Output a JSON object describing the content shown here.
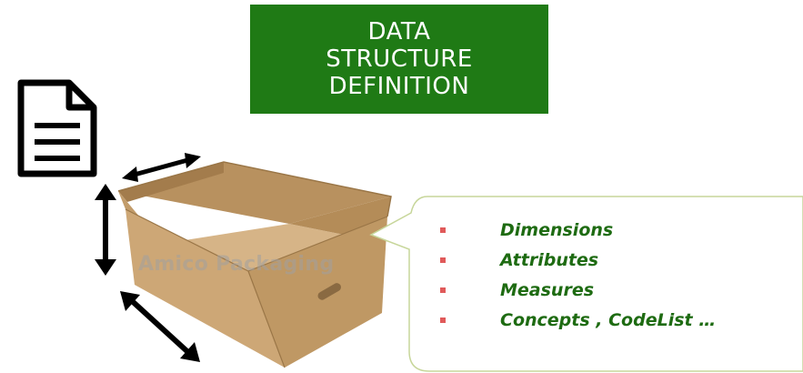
{
  "title": {
    "lines": [
      "DATA",
      "STRUCTURE",
      "DEFINITION"
    ]
  },
  "watermark": "Amico Packaging",
  "callout": {
    "items": [
      {
        "label": "Dimensions"
      },
      {
        "label": "Attributes"
      },
      {
        "label": "Measures"
      },
      {
        "label": "Concepts , CodeList …"
      }
    ]
  },
  "colors": {
    "title_background": "#1f7a15",
    "item_text": "#1e6b12",
    "bullet": "#e05a5a",
    "callout_border": "#c7d69a",
    "box_cardboard": "#c9a374"
  },
  "icons": {
    "document": "document-icon",
    "arrows": [
      "double-arrow-horizontal-icon",
      "double-arrow-vertical-icon",
      "double-arrow-diagonal-icon"
    ]
  }
}
